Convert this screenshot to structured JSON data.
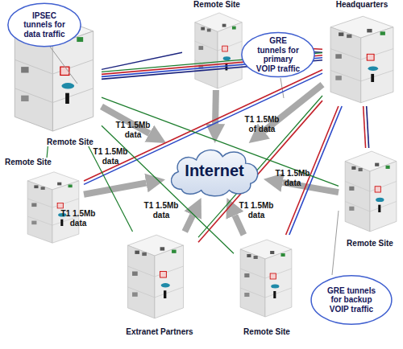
{
  "diagram": {
    "nodes": [
      {
        "text": [
          "IPSEC tunnels for data traffic"
        ]
      },
      {
        "text": [
          "Remote Site"
        ]
      },
      {
        "text": [
          "Headquarters"
        ]
      },
      {
        "text": [
          "GRE tunnels for primary VOIP traffic"
        ]
      },
      {
        "text": [
          "Remote Site"
        ]
      },
      {
        "text": [
          "Remote Site"
        ]
      },
      {
        "text": [
          "Internet"
        ]
      },
      {
        "text": [
          "Remote Site"
        ]
      },
      {
        "text": [
          "Extranet Partners"
        ]
      },
      {
        "text": [
          "Remote Site"
        ]
      },
      {
        "text": [
          "GRE tunnels for backup VOIP traffic"
        ]
      }
    ],
    "edges": [
      {
        "from": 2,
        "to": 6,
        "arrow": "to",
        "label": "T1 1.5Mb of data"
      },
      {
        "from": 1,
        "to": 6,
        "arrow": "to",
        "label": "T1 1.5Mb data"
      },
      {
        "from": 4,
        "to": 6,
        "arrow": "to",
        "label": "T1 1.5Mb data"
      },
      {
        "from": 5,
        "to": 6,
        "arrow": "to",
        "label": "T1 1.5Mb data"
      },
      {
        "from": 7,
        "to": 6,
        "arrow": "to",
        "label": "T1 1.5Mb data"
      },
      {
        "from": 8,
        "to": 6,
        "arrow": "to",
        "label": "T1 1.5Mb data"
      },
      {
        "from": 9,
        "to": 6,
        "arrow": "to",
        "label": "T1 1.5Mb data"
      },
      {
        "from": 2,
        "to": 1,
        "arrow": "none"
      },
      {
        "from": 2,
        "to": 1,
        "arrow": "none"
      },
      {
        "from": 2,
        "to": 4,
        "arrow": "none"
      },
      {
        "from": 2,
        "to": 4,
        "arrow": "none"
      },
      {
        "from": 2,
        "to": 4,
        "arrow": "none"
      },
      {
        "from": 2,
        "to": 4,
        "arrow": "none"
      },
      {
        "from": 2,
        "to": 5,
        "arrow": "none"
      },
      {
        "from": 2,
        "to": 5,
        "arrow": "none"
      },
      {
        "from": 2,
        "to": 8,
        "arrow": "none"
      },
      {
        "from": 2,
        "to": 8,
        "arrow": "none"
      },
      {
        "from": 2,
        "to": 9,
        "arrow": "none"
      },
      {
        "from": 2,
        "to": 9,
        "arrow": "none"
      },
      {
        "from": 2,
        "to": 7,
        "arrow": "none"
      },
      {
        "from": 2,
        "to": 7,
        "arrow": "none"
      },
      {
        "from": 4,
        "to": 1,
        "arrow": "none"
      },
      {
        "from": 4,
        "to": 5,
        "arrow": "none"
      },
      {
        "from": 4,
        "to": 8,
        "arrow": "none"
      },
      {
        "from": 4,
        "to": 9,
        "arrow": "none"
      },
      {
        "from": 4,
        "to": 7,
        "arrow": "none"
      }
    ]
  }
}
